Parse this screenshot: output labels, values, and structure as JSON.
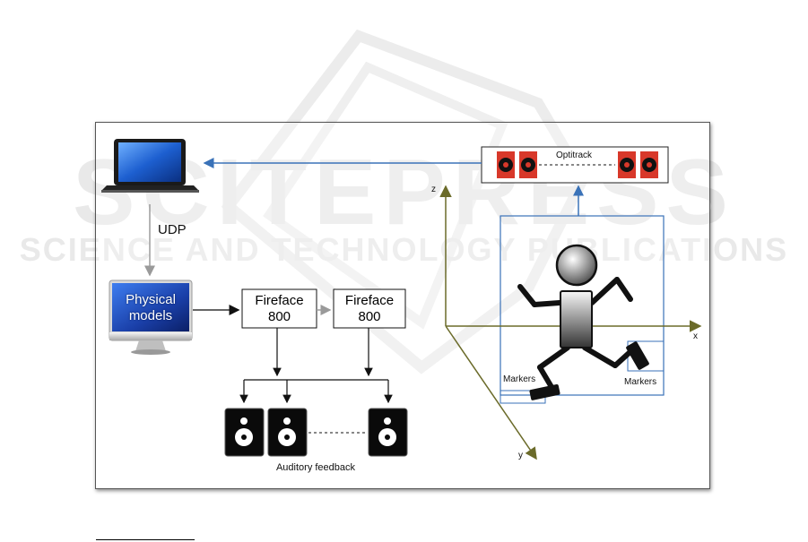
{
  "watermark": {
    "title": "SCITEPRESS",
    "subtitle": "SCIENCE AND TECHNOLOGY PUBLICATIONS"
  },
  "diagram": {
    "laptop_link_label": "UDP",
    "computer_screen_label": "Physical models",
    "interface_1": "Fireface 800",
    "interface_2": "Fireface 800",
    "speakers_caption": "Auditory feedback",
    "tracker_label": "Optitrack",
    "marker_label_left": "Markers",
    "marker_label_right": "Markers",
    "axis_x": "x",
    "axis_y": "y",
    "axis_z": "z"
  },
  "colors": {
    "mocap_blue": "#3a72b8",
    "axis_olive": "#6b6b2a",
    "camera_red": "#d8382a",
    "flow_gray": "#9a9a9a"
  },
  "icons": [
    "laptop-icon",
    "desktop-computer-icon",
    "speaker-icon",
    "motion-capture-camera-icon",
    "stick-figure-runner-icon"
  ]
}
